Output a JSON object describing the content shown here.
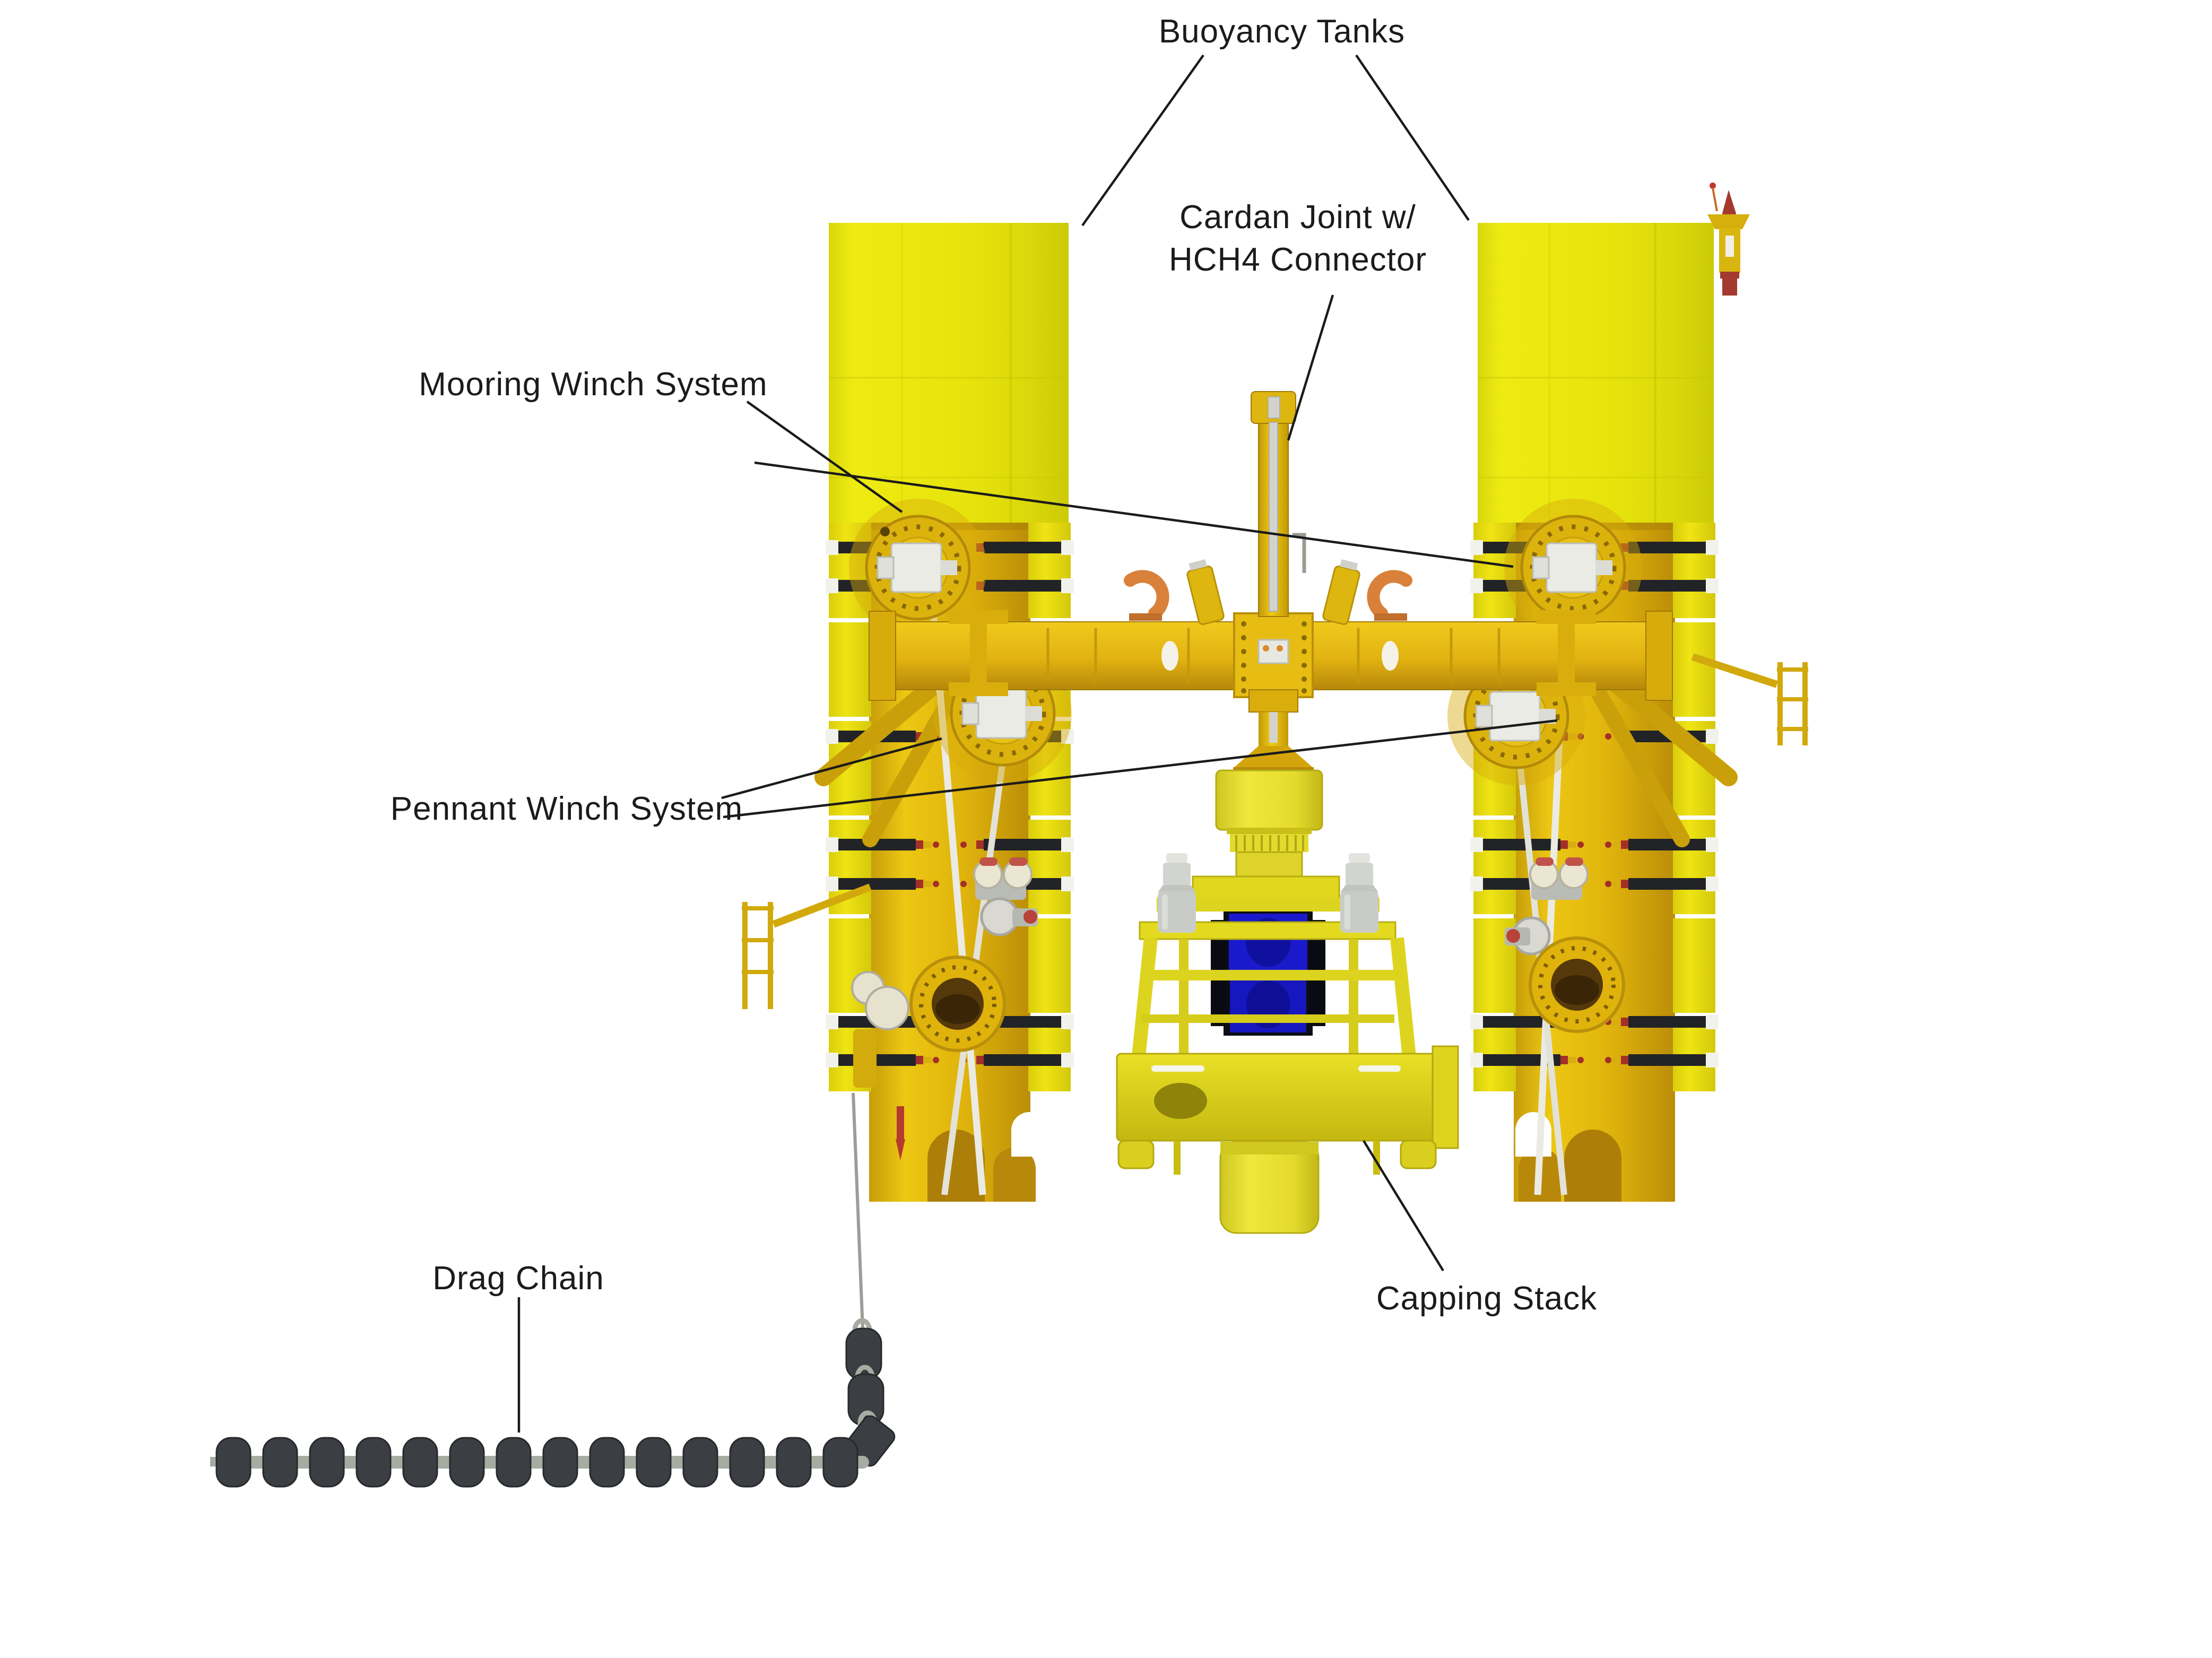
{
  "figure": {
    "title": "Subsea capping stack deployment system diagram",
    "background": "#ffffff"
  },
  "labels": {
    "buoyancy_tanks": "Buoyancy Tanks",
    "cardan_joint_line1": "Cardan Joint w/",
    "cardan_joint_line2": "HCH4 Connector",
    "mooring_winch": "Mooring Winch System",
    "pennant_winch": "Pennant Winch System",
    "drag_chain": "Drag Chain",
    "capping_stack": "Capping Stack"
  },
  "colors": {
    "label_text": "#1b1b1b",
    "leader_line": "#1b1b1b",
    "tank_yellow": "#e7e40c",
    "column_gold": "#e0b60d",
    "module_yellow": "#eadf12",
    "beam_gold": "#e4b713",
    "hook_orange": "#d9813a",
    "bop_blue": "#1a1acc",
    "bop_black": "#0d0d15",
    "accumulator_grey": "#cdd0ca",
    "chain_link_dark": "#3b3e42",
    "chain_connector_grey": "#a8aba1",
    "band_clamp_black": "#212327",
    "band_cap_white": "#f2f2ec",
    "beacon_red": "#a4392f",
    "wire_rope_grey": "#9b9e96"
  }
}
